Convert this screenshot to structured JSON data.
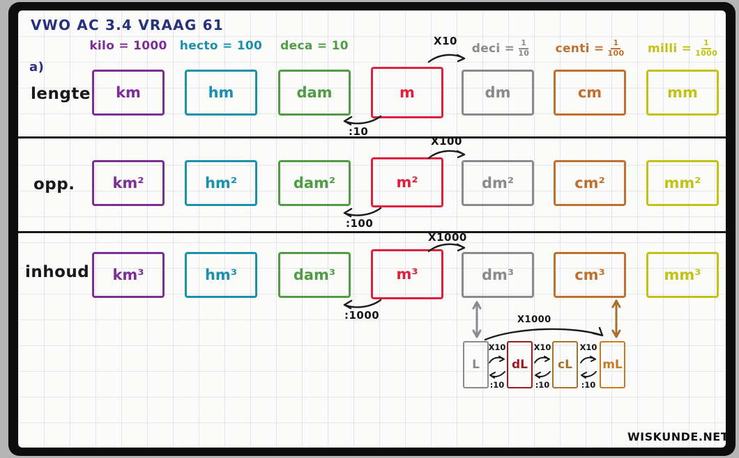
{
  "title": "VWO AC 3.4 VRAAG 61",
  "marker": "a)",
  "watermark": "WISKUNDE.NET",
  "colors": {
    "purple": "#7c2d96",
    "teal": "#1a90ad",
    "green": "#4f9c44",
    "red": "#df1f3d",
    "gray": "#8a8a8a",
    "orange": "#c0702e",
    "yellow": "#c2c215",
    "navy": "#27327f",
    "darkred": "#9e1b23",
    "brown": "#a9702c",
    "amber": "#c77b21"
  },
  "headers": [
    {
      "label": "kilo = 1000"
    },
    {
      "label": "hecto = 100"
    },
    {
      "label": "deca = 10"
    },
    {
      "label": "deci =",
      "num": "1",
      "den": "10"
    },
    {
      "label": "centi =",
      "num": "1",
      "den": "100"
    },
    {
      "label": "milli =",
      "num": "1",
      "den": "1000"
    }
  ],
  "rows": [
    {
      "label": "lengte",
      "top_arrow": "X10",
      "bottom_arrow": ":10",
      "cells": [
        "km",
        "hm",
        "dam",
        "m",
        "dm",
        "cm",
        "mm"
      ]
    },
    {
      "label": "opp.",
      "top_arrow": "X100",
      "bottom_arrow": ":100",
      "cells": [
        "km²",
        "hm²",
        "dam²",
        "m²",
        "dm²",
        "cm²",
        "mm²"
      ]
    },
    {
      "label": "inhoud",
      "top_arrow": "X1000",
      "bottom_arrow": ":1000",
      "cells": [
        "km³",
        "hm³",
        "dam³",
        "m³",
        "dm³",
        "cm³",
        "mm³"
      ]
    }
  ],
  "liters": {
    "cells": [
      "L",
      "dL",
      "cL",
      "mL"
    ],
    "multiply_label": "X10",
    "divide_label": ":10",
    "arc_label": "X1000"
  }
}
